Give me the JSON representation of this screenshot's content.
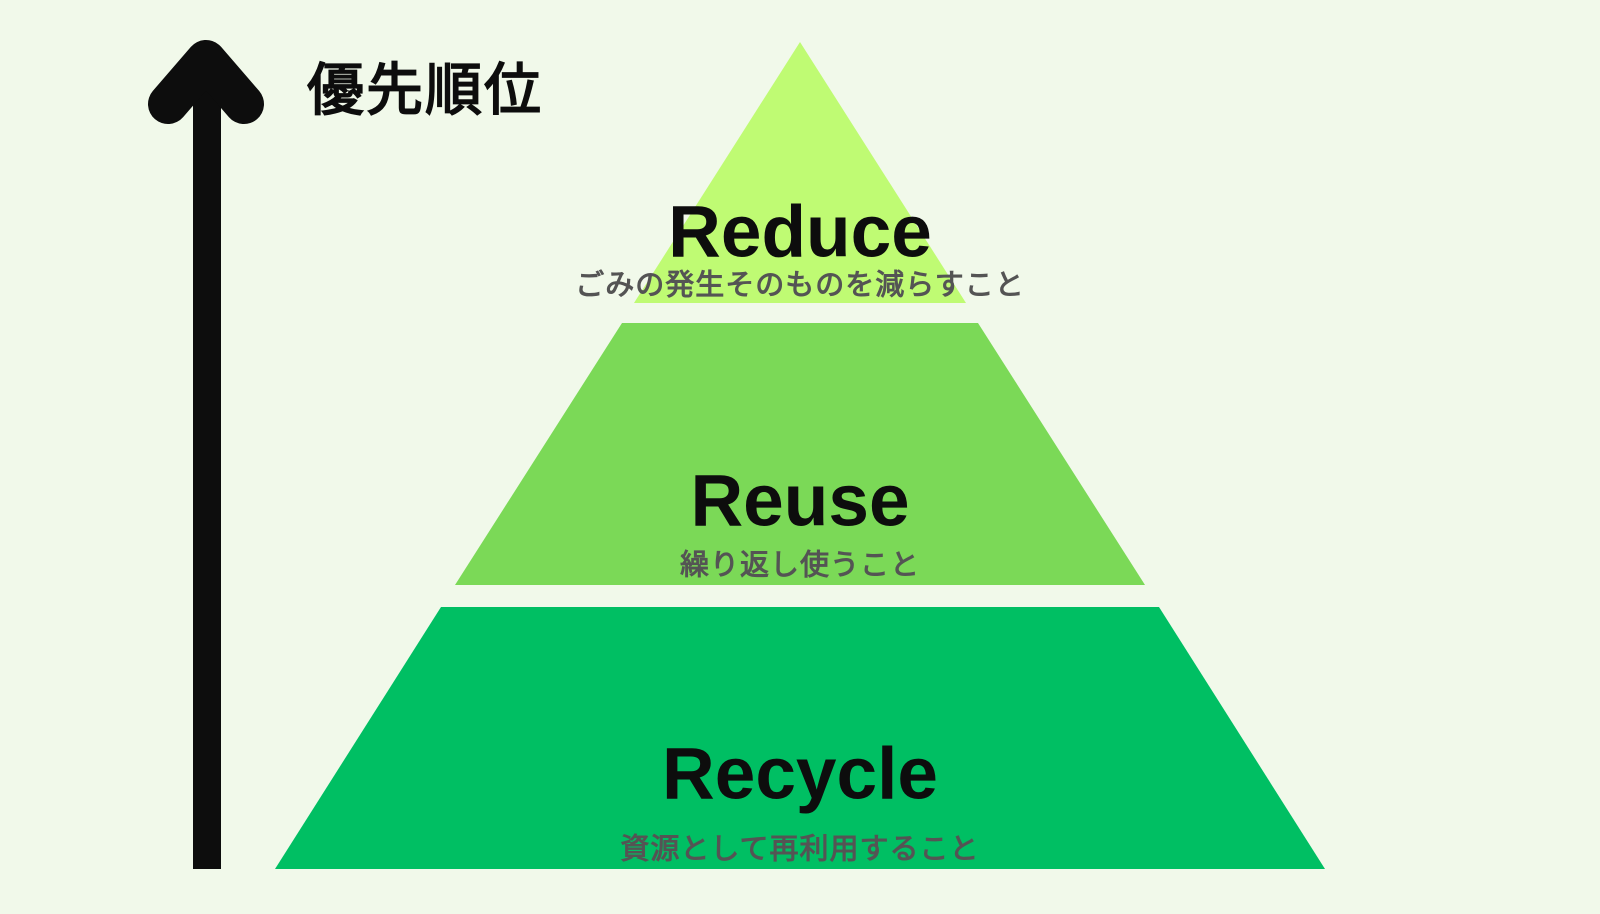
{
  "title": "優先順位",
  "arrow": {
    "direction": "up"
  },
  "pyramid": {
    "layers": [
      {
        "name": "Reduce",
        "description": "ごみの発生そのものを減らすこと",
        "color": "#bffb73"
      },
      {
        "name": "Reuse",
        "description": "繰り返し使うこと",
        "color": "#7bd957"
      },
      {
        "name": "Recycle",
        "description": "資源として再利用すること",
        "color": "#00bf63"
      }
    ]
  },
  "colors": {
    "background": "#f1f9ea",
    "arrow": "#0d0d0d",
    "label_text": "#0d0d0d",
    "description_text": "#545454"
  }
}
